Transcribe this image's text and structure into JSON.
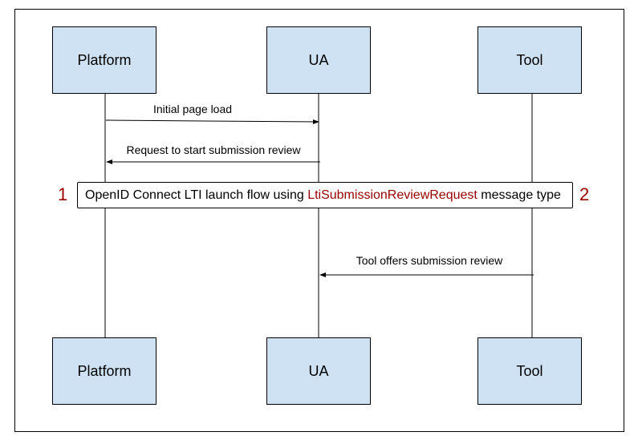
{
  "actors": {
    "platform": "Platform",
    "ua": "UA",
    "tool": "Tool"
  },
  "messages": [
    {
      "label": "Initial page load",
      "from": "Platform",
      "to": "UA"
    },
    {
      "label": "Request to start submission review",
      "from": "UA",
      "to": "Platform"
    },
    {
      "label": "Tool offers submission review",
      "from": "Tool",
      "to": "UA"
    }
  ],
  "note": {
    "before": "OpenID Connect LTI launch flow using ",
    "highlight": "LtiSubmissionReviewRequest",
    "after": " message type",
    "highlight_color": "#990000"
  },
  "markers": {
    "left": "1",
    "right": "2"
  },
  "colors": {
    "actor_fill": "#cfe2f3",
    "line": "#000000"
  }
}
